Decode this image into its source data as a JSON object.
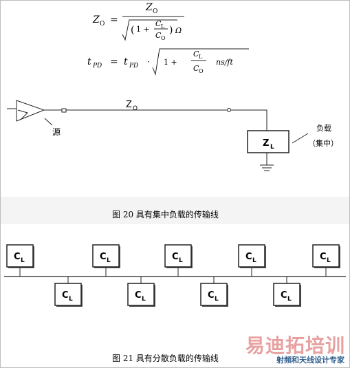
{
  "formulas": {
    "z0": {
      "lhs": "Z",
      "lhs_sub": "O",
      "num": "Z",
      "num_sub": "O",
      "one_plus": "1 +",
      "c_num": "C",
      "c_num_sub": "L",
      "c_den": "C",
      "c_den_sub": "O",
      "unit": "Ω"
    },
    "tpd": {
      "lhs": "t",
      "lhs_sub": "PD",
      "eq_t": "t",
      "eq_t_sub": "PD",
      "one_plus": "1  +",
      "c_num": "C",
      "c_num_sub": "L",
      "c_den": "C",
      "c_den_sub": "O",
      "unit": "ns/ft"
    }
  },
  "fig20": {
    "line_label": "Z",
    "line_label_sub": "O",
    "source_label": "源",
    "load_label_1": "负载",
    "load_label_2": "（集中）",
    "load_box": "Z",
    "load_box_sub": "L",
    "caption": "图  20  具有集中负载的传输线"
  },
  "fig21": {
    "cap_text": "C",
    "cap_sub": "L",
    "upper_count": 5,
    "lower_count": 4,
    "caption": "图  21  具有分散负载的传输线"
  },
  "watermark": {
    "brand": "易迪拓培训",
    "sub": "射频和天线设计专家"
  },
  "colors": {
    "line": "#222222",
    "box_border": "#222222",
    "watermark_red": "#e8a0a0",
    "watermark_blue": "#2f5f8f"
  }
}
